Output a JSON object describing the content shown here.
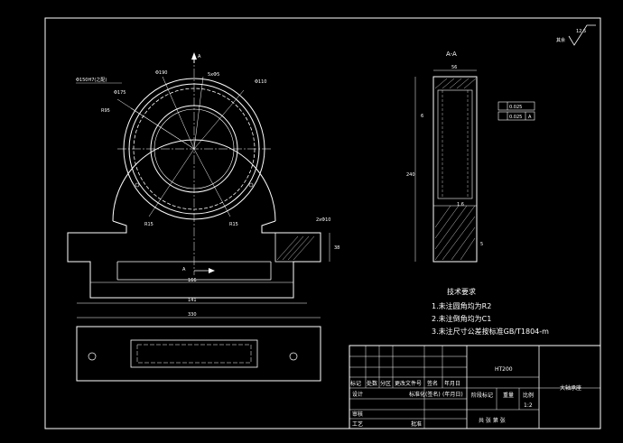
{
  "drawing": {
    "surface_roughness": {
      "value": "12.5",
      "label": "其余"
    },
    "front_view": {
      "callouts": {
        "bore_fit": "Φ150H7(之配)",
        "dia_190": "Φ190",
        "holes": "5xΦ5",
        "dia_175": "Φ175",
        "dia_110": "Φ110",
        "r95": "R95",
        "r15_left": "R15",
        "r15_right": "R15",
        "thread": "2xΦ10",
        "height_38": "38",
        "width_166": "166",
        "width_141": "141",
        "section_mark_top": "A",
        "section_mark_bottom": "A"
      }
    },
    "section_view": {
      "title": "A-A",
      "width_56": "56",
      "height_240": "240",
      "dim_6": "6",
      "small_dim": "5",
      "tol_flatness": "0.025",
      "tol_position": "0.025",
      "datum": "A",
      "angle": "1.6"
    },
    "top_view": {
      "length_330": "330"
    },
    "tech_requirements": {
      "title": "技术要求",
      "items": [
        "1.未注圆角均为R2",
        "2.未注倒角均为C1",
        "3.未注尺寸公差按标准GB/T1804-m"
      ]
    },
    "title_block": {
      "material": "HT200",
      "part_name": "大轴承座",
      "row_headers": [
        "标记",
        "处数",
        "分区",
        "更改文件号",
        "签名",
        "年月日"
      ],
      "design_label": "设计",
      "standardization_label": "标准化(签名)",
      "date_label": "(年月日)",
      "stage_label": "阶段标记",
      "weight_label": "重量",
      "scale_label": "比例",
      "scale_value": "1:2",
      "review_label": "审核",
      "process_label": "工艺",
      "approve_label": "批准",
      "sheet_text": "共 张 第 张"
    }
  }
}
